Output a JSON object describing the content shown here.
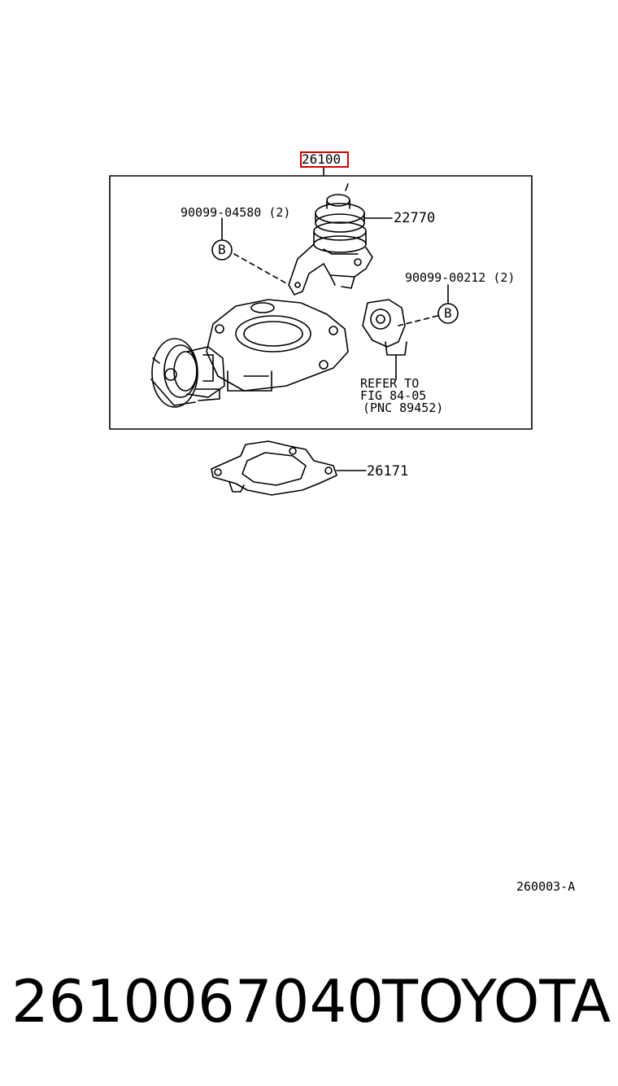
{
  "diagram": {
    "assembly_part": "26100",
    "parts": [
      {
        "id": "90099-04580 (2)"
      },
      {
        "id": "22770"
      },
      {
        "id": "90099-00212 (2)"
      },
      {
        "id": "26171"
      }
    ],
    "callouts": [
      "B",
      "B"
    ],
    "refer_note": [
      "REFER TO",
      "FIG 84-05",
      "(PNC 89452)"
    ],
    "drawing_code": "260003-A",
    "highlight_color": "#d10000"
  },
  "footer": {
    "part_number": "2610067040",
    "brand": "TOYOTA"
  }
}
